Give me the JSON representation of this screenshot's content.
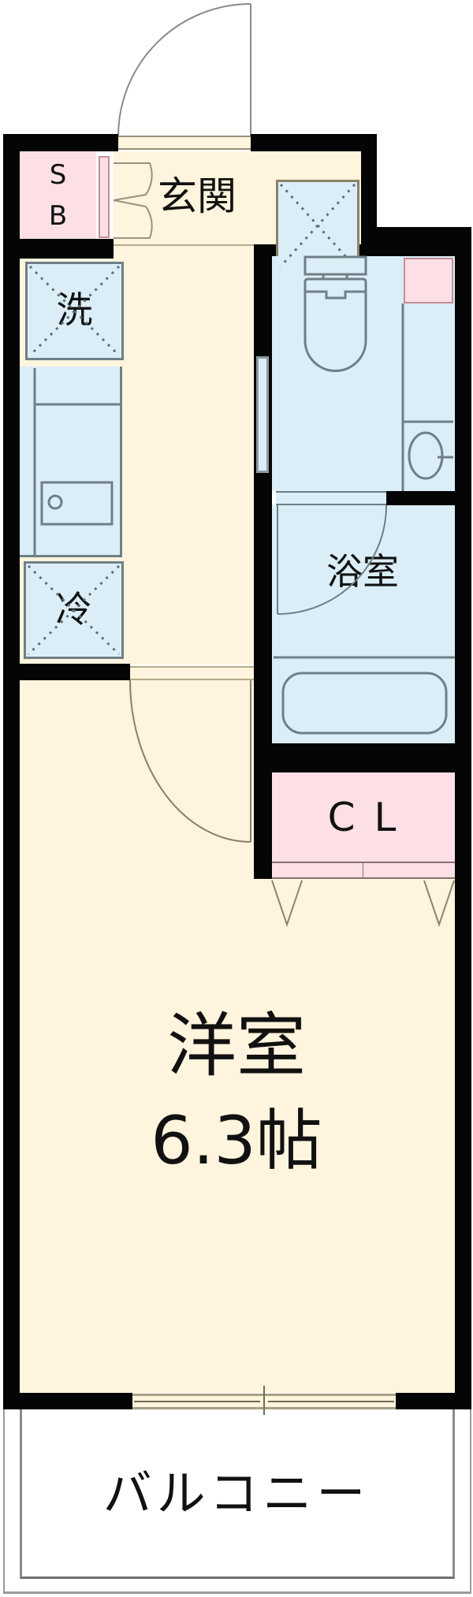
{
  "floorplan": {
    "type": "1K apartment floor plan",
    "colors": {
      "wall": "#050505",
      "living_floor": "#fff4dd",
      "wet_area": "#dbeef8",
      "storage": "#fde0e6",
      "fixture_line": "#6e7f86",
      "trim": "#b8a98a",
      "balcony": "#ffffff"
    },
    "rooms": {
      "shoe_box": {
        "label": "S\nB",
        "label_top": "S",
        "label_bottom": "B"
      },
      "entrance": {
        "label": "玄関"
      },
      "washer": {
        "label": "洗"
      },
      "fridge": {
        "label": "冷"
      },
      "bath": {
        "label": "浴室"
      },
      "closet": {
        "label": "C L",
        "label_c": "C",
        "label_l": "L"
      },
      "western_room": {
        "label": "洋室",
        "size": "6.3帖"
      },
      "balcony": {
        "label": "バルコニー"
      }
    },
    "fixtures": [
      "entrance-door",
      "storage-x-box",
      "washer-pan",
      "kitchen-counter",
      "stove-burner",
      "fridge-space",
      "toilet",
      "wash-basin",
      "bathtub",
      "room-door",
      "closet-doors",
      "sliding-window"
    ]
  }
}
